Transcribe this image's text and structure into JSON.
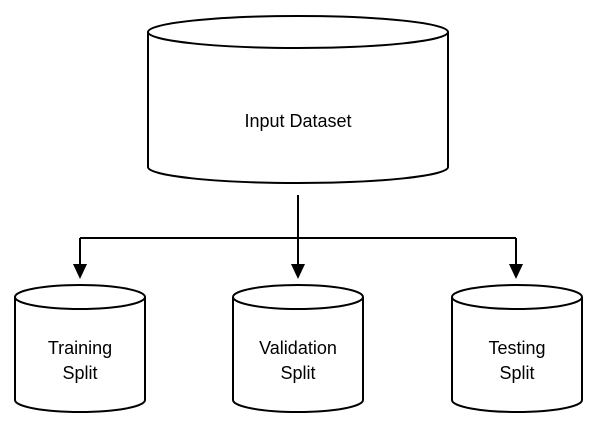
{
  "nodes": {
    "input": {
      "label": "Input Dataset"
    },
    "training": {
      "label_line1": "Training",
      "label_line2": "Split"
    },
    "validation": {
      "label_line1": "Validation",
      "label_line2": "Split"
    },
    "testing": {
      "label_line1": "Testing",
      "label_line2": "Split"
    }
  },
  "edges": [
    {
      "from": "Input Dataset",
      "to": "Training Split"
    },
    {
      "from": "Input Dataset",
      "to": "Validation Split"
    },
    {
      "from": "Input Dataset",
      "to": "Testing Split"
    }
  ]
}
